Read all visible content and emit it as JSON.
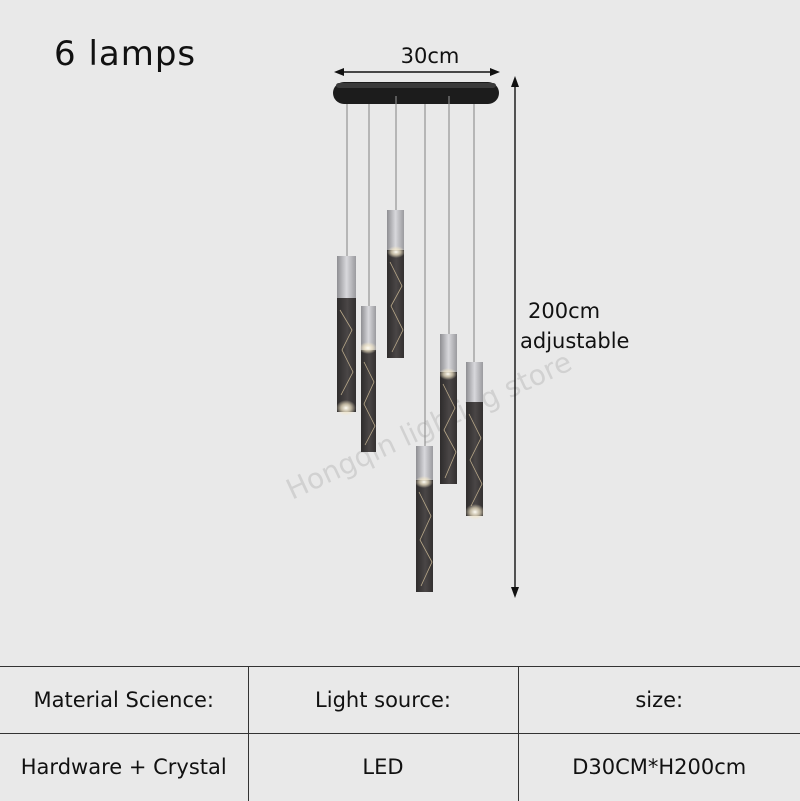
{
  "title": "6 lamps",
  "dimensions": {
    "width_label": "30cm",
    "height_label": "200cm",
    "height_note": "adjustable"
  },
  "watermark": "Hongqin lighting store",
  "specs": {
    "headers": [
      "Material Science:",
      "Light source:",
      "size:"
    ],
    "values": [
      "Hardware + Crystal",
      "LED",
      "D30CM*H200cm"
    ]
  },
  "colors": {
    "background": "#e9e9e9",
    "canopy": "#1a1a1a",
    "lamp_body": "#3c3a3a",
    "lamp_cap": "#b9b9bd",
    "glow": "#fff6e0"
  }
}
